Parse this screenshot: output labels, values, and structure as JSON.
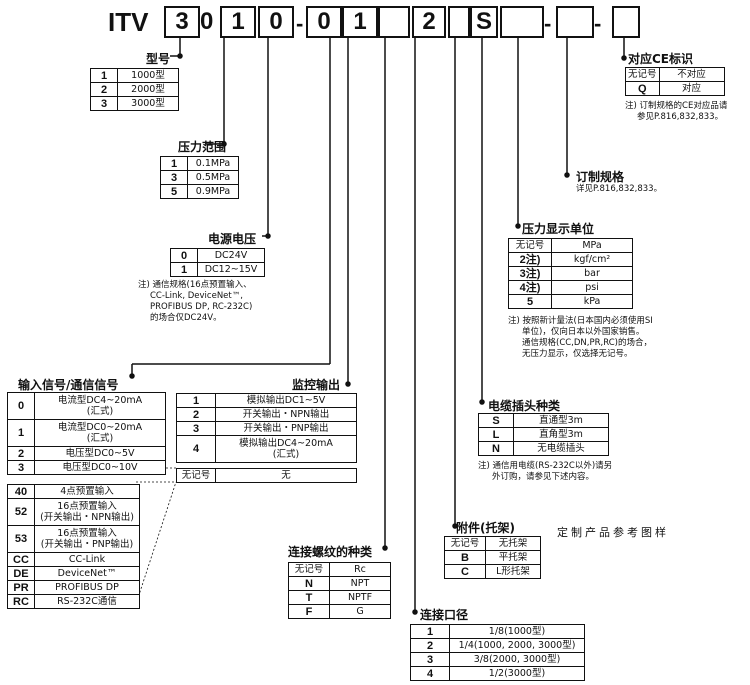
{
  "part_number": {
    "prefix": "ITV",
    "boxes": [
      "3",
      "0",
      "1",
      "0",
      "0",
      "1",
      "",
      "2",
      "",
      "S",
      "",
      "",
      ""
    ]
  },
  "ce": {
    "title": "对应CE标识",
    "rows": [
      [
        "无记号",
        "不对应"
      ],
      [
        "Q",
        "对应"
      ]
    ],
    "note": [
      "注) 订制规格的CE对应品请",
      "参见P.816,832,833。"
    ]
  },
  "model": {
    "title": "型号",
    "rows": [
      [
        "1",
        "1000型"
      ],
      [
        "2",
        "2000型"
      ],
      [
        "3",
        "3000型"
      ]
    ]
  },
  "pressure": {
    "title": "压力范围",
    "rows": [
      [
        "1",
        "0.1MPa"
      ],
      [
        "3",
        "0.5MPa"
      ],
      [
        "5",
        "0.9MPa"
      ]
    ]
  },
  "voltage": {
    "title": "电源电压",
    "rows": [
      [
        "0",
        "DC24V"
      ],
      [
        "1",
        "DC12~15V"
      ]
    ],
    "note": [
      "注) 通信规格(16点预置输入、",
      "CC-Link, DeviceNet™,",
      "PROFIBUS DP, RC-232C)",
      "的场合仅DC24V。"
    ]
  },
  "custom": {
    "title": "订制规格",
    "note": "详见P.816,832,833。"
  },
  "display": {
    "title": "压力显示单位",
    "rows": [
      [
        "无记号",
        "MPa"
      ],
      [
        "2注)",
        "kgf/cm²"
      ],
      [
        "3注)",
        "bar"
      ],
      [
        "4注)",
        "psi"
      ],
      [
        "5",
        "kPa"
      ]
    ],
    "note": [
      "注) 按照新计量法(日本国内必须使用SI",
      "单位)，仅向日本以外国家销售。",
      "通信规格(CC,DN,PR,RC)的场合，",
      "无压力显示，仅选择无记号。"
    ]
  },
  "input": {
    "title": "输入信号/通信信号",
    "rows1": [
      [
        "0",
        "电流型DC4~20mA",
        "(汇式)"
      ],
      [
        "1",
        "电流型DC0~20mA",
        "(汇式)"
      ],
      [
        "2",
        "电压型DC0~5V",
        ""
      ],
      [
        "3",
        "电压型DC0~10V",
        ""
      ]
    ],
    "rows2": [
      [
        "40",
        "4点预置输入",
        ""
      ],
      [
        "52",
        "16点预置输入",
        "(开关输出・NPN输出)"
      ],
      [
        "53",
        "16点预置输入",
        "(开关输出・PNP输出)"
      ],
      [
        "CC",
        "CC-Link",
        ""
      ],
      [
        "DE",
        "DeviceNet™",
        ""
      ],
      [
        "PR",
        "PROFIBUS DP",
        ""
      ],
      [
        "RC",
        "RS-232C通信",
        ""
      ]
    ]
  },
  "monitor": {
    "title": "监控输出",
    "rows": [
      [
        "1",
        "模拟输出DC1~5V",
        ""
      ],
      [
        "2",
        "开关输出・NPN输出",
        ""
      ],
      [
        "3",
        "开关输出・PNP输出",
        ""
      ],
      [
        "4",
        "模拟输出DC4~20mA",
        "(汇式)"
      ]
    ],
    "none": [
      "无记号",
      "无"
    ]
  },
  "cable": {
    "title": "电缆插头种类",
    "rows": [
      [
        "S",
        "直通型3m"
      ],
      [
        "L",
        "直角型3m"
      ],
      [
        "N",
        "无电缆插头"
      ]
    ],
    "note": [
      "注) 通信用电缆(RS-232C以外)请另",
      "外订购，请参见下述内容。"
    ]
  },
  "bracket": {
    "title": "附件(托架)",
    "rows": [
      [
        "无记号",
        "无托架"
      ],
      [
        "B",
        "平托架"
      ],
      [
        "C",
        "L形托架"
      ]
    ]
  },
  "watermark": "定制产品参考图样",
  "thread": {
    "title": "连接螺纹的种类",
    "rows": [
      [
        "无记号",
        "Rc"
      ],
      [
        "N",
        "NPT"
      ],
      [
        "T",
        "NPTF"
      ],
      [
        "F",
        "G"
      ]
    ]
  },
  "port": {
    "title": "连接口径",
    "rows": [
      [
        "1",
        "1/8(1000型)"
      ],
      [
        "2",
        "1/4(1000, 2000, 3000型)"
      ],
      [
        "3",
        "3/8(2000, 3000型)"
      ],
      [
        "4",
        "1/2(3000型)"
      ]
    ]
  }
}
